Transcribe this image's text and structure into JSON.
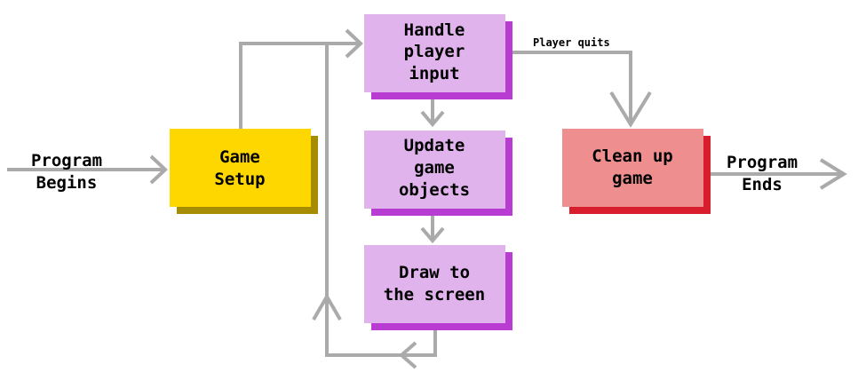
{
  "colors": {
    "setup_fill": "#ffd700",
    "setup_shadow": "#a68c00",
    "loop_fill": "#e0b3ec",
    "loop_shadow": "#b83cd1",
    "cleanup_fill": "#ee8e8e",
    "cleanup_shadow": "#d81e2d",
    "arrow": "#aaaaaa"
  },
  "nodes": {
    "setup": {
      "line1": "Game",
      "line2": "Setup"
    },
    "input": {
      "line1": "Handle",
      "line2": "player",
      "line3": "input"
    },
    "update": {
      "line1": "Update",
      "line2": "game",
      "line3": "objects"
    },
    "draw": {
      "line1": "Draw to",
      "line2": "the screen"
    },
    "cleanup": {
      "line1": "Clean up",
      "line2": "game"
    }
  },
  "labels": {
    "start_line1": "Program",
    "start_line2": "Begins",
    "end_line1": "Program",
    "end_line2": "Ends",
    "quit": "Player quits"
  }
}
